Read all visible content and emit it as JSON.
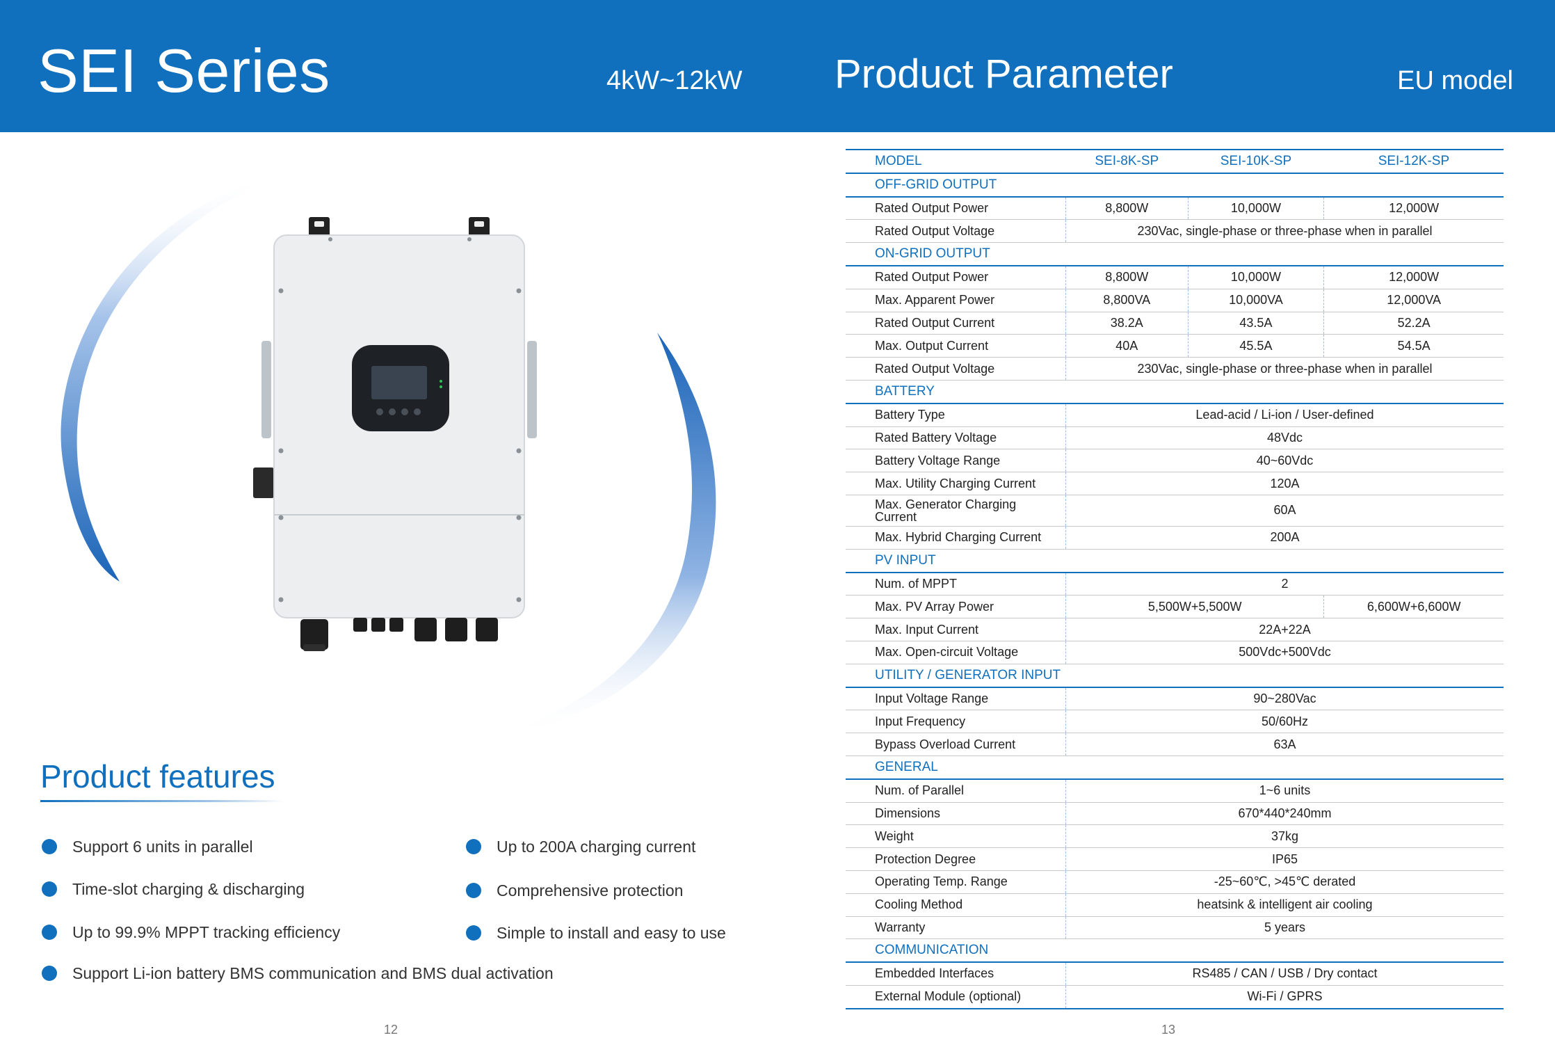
{
  "header": {
    "series_title": "SEI Series",
    "power_range": "4kW~12kW",
    "section_title": "Product Parameter",
    "model_region": "EU model"
  },
  "features": {
    "title": "Product features",
    "left": [
      "Support 6 units in parallel",
      "Time-slot charging & discharging",
      "Up to 99.9% MPPT tracking efficiency"
    ],
    "right": [
      "Up to 200A charging current",
      "Comprehensive protection",
      "Simple to install and easy to use"
    ],
    "bottom": "Support Li-ion battery BMS communication and BMS dual activation"
  },
  "pages": {
    "left": "12",
    "right": "13"
  },
  "spec": {
    "header": {
      "label": "MODEL",
      "models": [
        "SEI-8K-SP",
        "SEI-10K-SP",
        "SEI-12K-SP"
      ]
    },
    "sections": {
      "offgrid": "OFF-GRID OUTPUT",
      "ongrid": "ON-GRID OUTPUT",
      "battery": "BATTERY",
      "pv": "PV INPUT",
      "utility": "UTILITY / GENERATOR INPUT",
      "general": "GENERAL",
      "comm": "COMMUNICATION"
    },
    "rows": {
      "og_rated_power": {
        "label": "Rated Output Power",
        "v": [
          "8,800W",
          "10,000W",
          "12,000W"
        ]
      },
      "og_rated_voltage": {
        "label": "Rated Output Voltage",
        "all": "230Vac, single-phase or three-phase when in parallel"
      },
      "on_rated_power": {
        "label": "Rated Output Power",
        "v": [
          "8,800W",
          "10,000W",
          "12,000W"
        ]
      },
      "on_apparent": {
        "label": "Max. Apparent Power",
        "v": [
          "8,800VA",
          "10,000VA",
          "12,000VA"
        ]
      },
      "on_rated_current": {
        "label": "Rated Output Current",
        "v": [
          "38.2A",
          "43.5A",
          "52.2A"
        ]
      },
      "on_max_current": {
        "label": "Max. Output Current",
        "v": [
          "40A",
          "45.5A",
          "54.5A"
        ]
      },
      "on_rated_voltage": {
        "label": "Rated Output Voltage",
        "all": "230Vac, single-phase or three-phase when in parallel"
      },
      "bat_type": {
        "label": "Battery Type",
        "all": "Lead-acid / Li-ion / User-defined"
      },
      "bat_voltage": {
        "label": "Rated Battery Voltage",
        "all": "48Vdc"
      },
      "bat_range": {
        "label": "Battery Voltage Range",
        "all": "40~60Vdc"
      },
      "bat_utility": {
        "label": "Max. Utility Charging Current",
        "all": "120A"
      },
      "bat_gen": {
        "label_a": "Max. Generator Charging",
        "label_b": "Current",
        "all": "60A"
      },
      "bat_hybrid": {
        "label": "Max. Hybrid Charging Current",
        "all": "200A"
      },
      "pv_mppt": {
        "label": "Num. of MPPT",
        "all": "2"
      },
      "pv_array": {
        "label": "Max. PV Array Power",
        "v12": "5,500W+5,500W",
        "v3": "6,600W+6,600W"
      },
      "pv_current": {
        "label": "Max. Input Current",
        "all": "22A+22A"
      },
      "pv_voc": {
        "label": "Max. Open-circuit Voltage",
        "all": "500Vdc+500Vdc"
      },
      "ut_range": {
        "label": "Input Voltage Range",
        "all": "90~280Vac"
      },
      "ut_freq": {
        "label": "Input Frequency",
        "all": "50/60Hz"
      },
      "ut_bypass": {
        "label": "Bypass Overload Current",
        "all": "63A"
      },
      "gen_parallel": {
        "label": "Num. of Parallel",
        "all": "1~6 units"
      },
      "gen_dim": {
        "label": "Dimensions",
        "all": "670*440*240mm"
      },
      "gen_weight": {
        "label": "Weight",
        "all": "37kg"
      },
      "gen_ip": {
        "label": "Protection Degree",
        "all": "IP65"
      },
      "gen_temp": {
        "label": "Operating Temp. Range",
        "all": "-25~60℃, >45℃ derated"
      },
      "gen_cool": {
        "label": "Cooling Method",
        "all": "heatsink & intelligent air cooling"
      },
      "gen_warranty": {
        "label": "Warranty",
        "all": "5 years"
      },
      "com_embedded": {
        "label": "Embedded Interfaces",
        "all": "RS485 / CAN / USB / Dry contact"
      },
      "com_external": {
        "label": "External Module (optional)",
        "all": "Wi-Fi / GPRS"
      }
    }
  },
  "colors": {
    "brand_blue": "#1170bd",
    "rule_gray": "#c9c9c9"
  }
}
